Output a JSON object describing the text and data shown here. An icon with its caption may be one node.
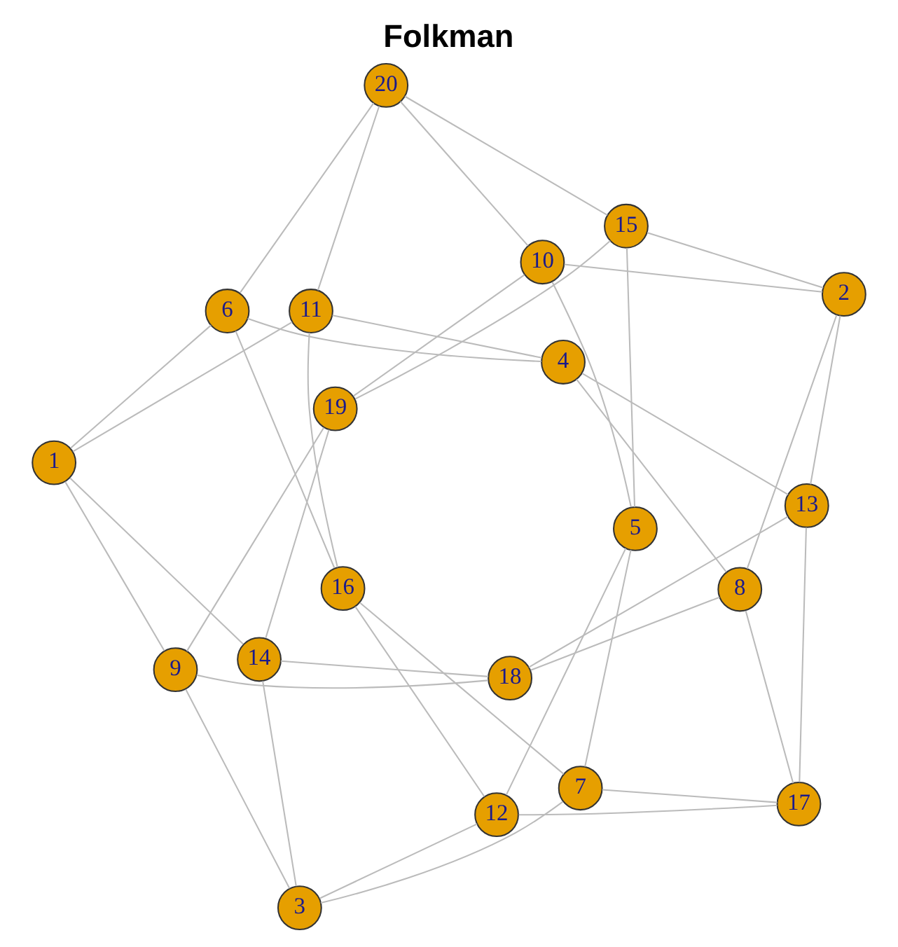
{
  "diagram": {
    "title": "Folkman",
    "nodes": [
      {
        "text": [
          "1"
        ]
      },
      {
        "text": [
          "2"
        ]
      },
      {
        "text": [
          "3"
        ]
      },
      {
        "text": [
          "4"
        ]
      },
      {
        "text": [
          "5"
        ]
      },
      {
        "text": [
          "6"
        ]
      },
      {
        "text": [
          "7"
        ]
      },
      {
        "text": [
          "8"
        ]
      },
      {
        "text": [
          "9"
        ]
      },
      {
        "text": [
          "10"
        ]
      },
      {
        "text": [
          "11"
        ]
      },
      {
        "text": [
          "12"
        ]
      },
      {
        "text": [
          "13"
        ]
      },
      {
        "text": [
          "14"
        ]
      },
      {
        "text": [
          "15"
        ]
      },
      {
        "text": [
          "16"
        ]
      },
      {
        "text": [
          "17"
        ]
      },
      {
        "text": [
          "18"
        ]
      },
      {
        "text": [
          "19"
        ]
      },
      {
        "text": [
          "20"
        ]
      }
    ],
    "edges": [
      {
        "from": 4,
        "to": 11,
        "arrow": "none"
      },
      {
        "from": 4,
        "to": 6,
        "arrow": "none"
      },
      {
        "from": 4,
        "to": 9,
        "arrow": "none"
      },
      {
        "from": 4,
        "to": 14,
        "arrow": "none"
      },
      {
        "from": 11,
        "to": 16,
        "arrow": "none"
      },
      {
        "from": 11,
        "to": 15,
        "arrow": "none"
      },
      {
        "from": 11,
        "to": 2,
        "arrow": "none"
      },
      {
        "from": 6,
        "to": 16,
        "arrow": "none"
      },
      {
        "from": 6,
        "to": 2,
        "arrow": "none"
      },
      {
        "from": 6,
        "to": 15,
        "arrow": "none"
      },
      {
        "from": 16,
        "to": 7,
        "arrow": "none"
      },
      {
        "from": 16,
        "to": 12,
        "arrow": "none"
      },
      {
        "from": 1,
        "to": 9,
        "arrow": "none"
      },
      {
        "from": 1,
        "to": 14,
        "arrow": "none"
      },
      {
        "from": 1,
        "to": 7,
        "arrow": "none"
      },
      {
        "from": 1,
        "to": 12,
        "arrow": "none"
      },
      {
        "from": 7,
        "to": 3,
        "arrow": "none"
      },
      {
        "from": 7,
        "to": 17,
        "arrow": "none"
      },
      {
        "from": 12,
        "to": 3,
        "arrow": "none"
      },
      {
        "from": 12,
        "to": 17,
        "arrow": "none"
      },
      {
        "from": 17,
        "to": 8,
        "arrow": "none"
      },
      {
        "from": 17,
        "to": 13,
        "arrow": "none"
      },
      {
        "from": 9,
        "to": 19,
        "arrow": "none"
      },
      {
        "from": 9,
        "to": 18,
        "arrow": "none"
      },
      {
        "from": 14,
        "to": 19,
        "arrow": "none"
      },
      {
        "from": 14,
        "to": 18,
        "arrow": "none"
      },
      {
        "from": 18,
        "to": 8,
        "arrow": "none"
      },
      {
        "from": 18,
        "to": 13,
        "arrow": "none"
      },
      {
        "from": 13,
        "to": 0,
        "arrow": "none"
      },
      {
        "from": 13,
        "to": 2,
        "arrow": "none"
      },
      {
        "from": 0,
        "to": 8,
        "arrow": "none"
      },
      {
        "from": 2,
        "to": 8,
        "arrow": "none"
      },
      {
        "from": 15,
        "to": 10,
        "arrow": "none"
      },
      {
        "from": 15,
        "to": 5,
        "arrow": "none"
      },
      {
        "from": 3,
        "to": 10,
        "arrow": "none"
      },
      {
        "from": 3,
        "to": 5,
        "arrow": "none"
      },
      {
        "from": 19,
        "to": 10,
        "arrow": "none"
      },
      {
        "from": 19,
        "to": 5,
        "arrow": "none"
      },
      {
        "from": 0,
        "to": 5,
        "arrow": "none"
      },
      {
        "from": 0,
        "to": 10,
        "arrow": "none"
      }
    ]
  }
}
